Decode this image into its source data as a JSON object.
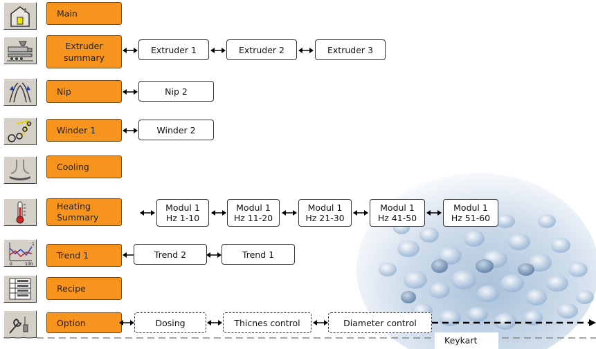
{
  "menu": {
    "main": "Main",
    "extruder_summary": "Extruder summary",
    "nip": "Nip",
    "winder1": "Winder 1",
    "cooling": "Cooling",
    "heating_summary": "Heating Summary",
    "trend1": "Trend 1",
    "recipe": "Recipe",
    "option": "Option"
  },
  "extruder": [
    "Extruder 1",
    "Extruder 2",
    "Extruder 3"
  ],
  "nip_sub": [
    "Nip 2"
  ],
  "winder_sub": [
    "Winder 2"
  ],
  "heating": [
    {
      "line1": "Modul 1",
      "line2": "Hz 1-10"
    },
    {
      "line1": "Modul 1",
      "line2": "Hz 11-20"
    },
    {
      "line1": "Modul 1",
      "line2": "Hz 21-30"
    },
    {
      "line1": "Modul 1",
      "line2": "Hz 41-50"
    },
    {
      "line1": "Modul 1",
      "line2": "Hz 51-60"
    }
  ],
  "trend_sub": [
    "Trend 2",
    "Trend 1"
  ],
  "option_sub": [
    "Dosing",
    "Thicnes control",
    "Diameter control"
  ],
  "footer_caption": "Keykart",
  "icon_names": [
    "house-icon",
    "extruder-icon",
    "nip-icon",
    "winder-icon",
    "cooling-icon",
    "thermometer-icon",
    "trend-icon",
    "recipe-icon",
    "option-icon"
  ],
  "colors": {
    "accent_orange": "#f7941d",
    "icon_bg": "#d4d0c8"
  }
}
